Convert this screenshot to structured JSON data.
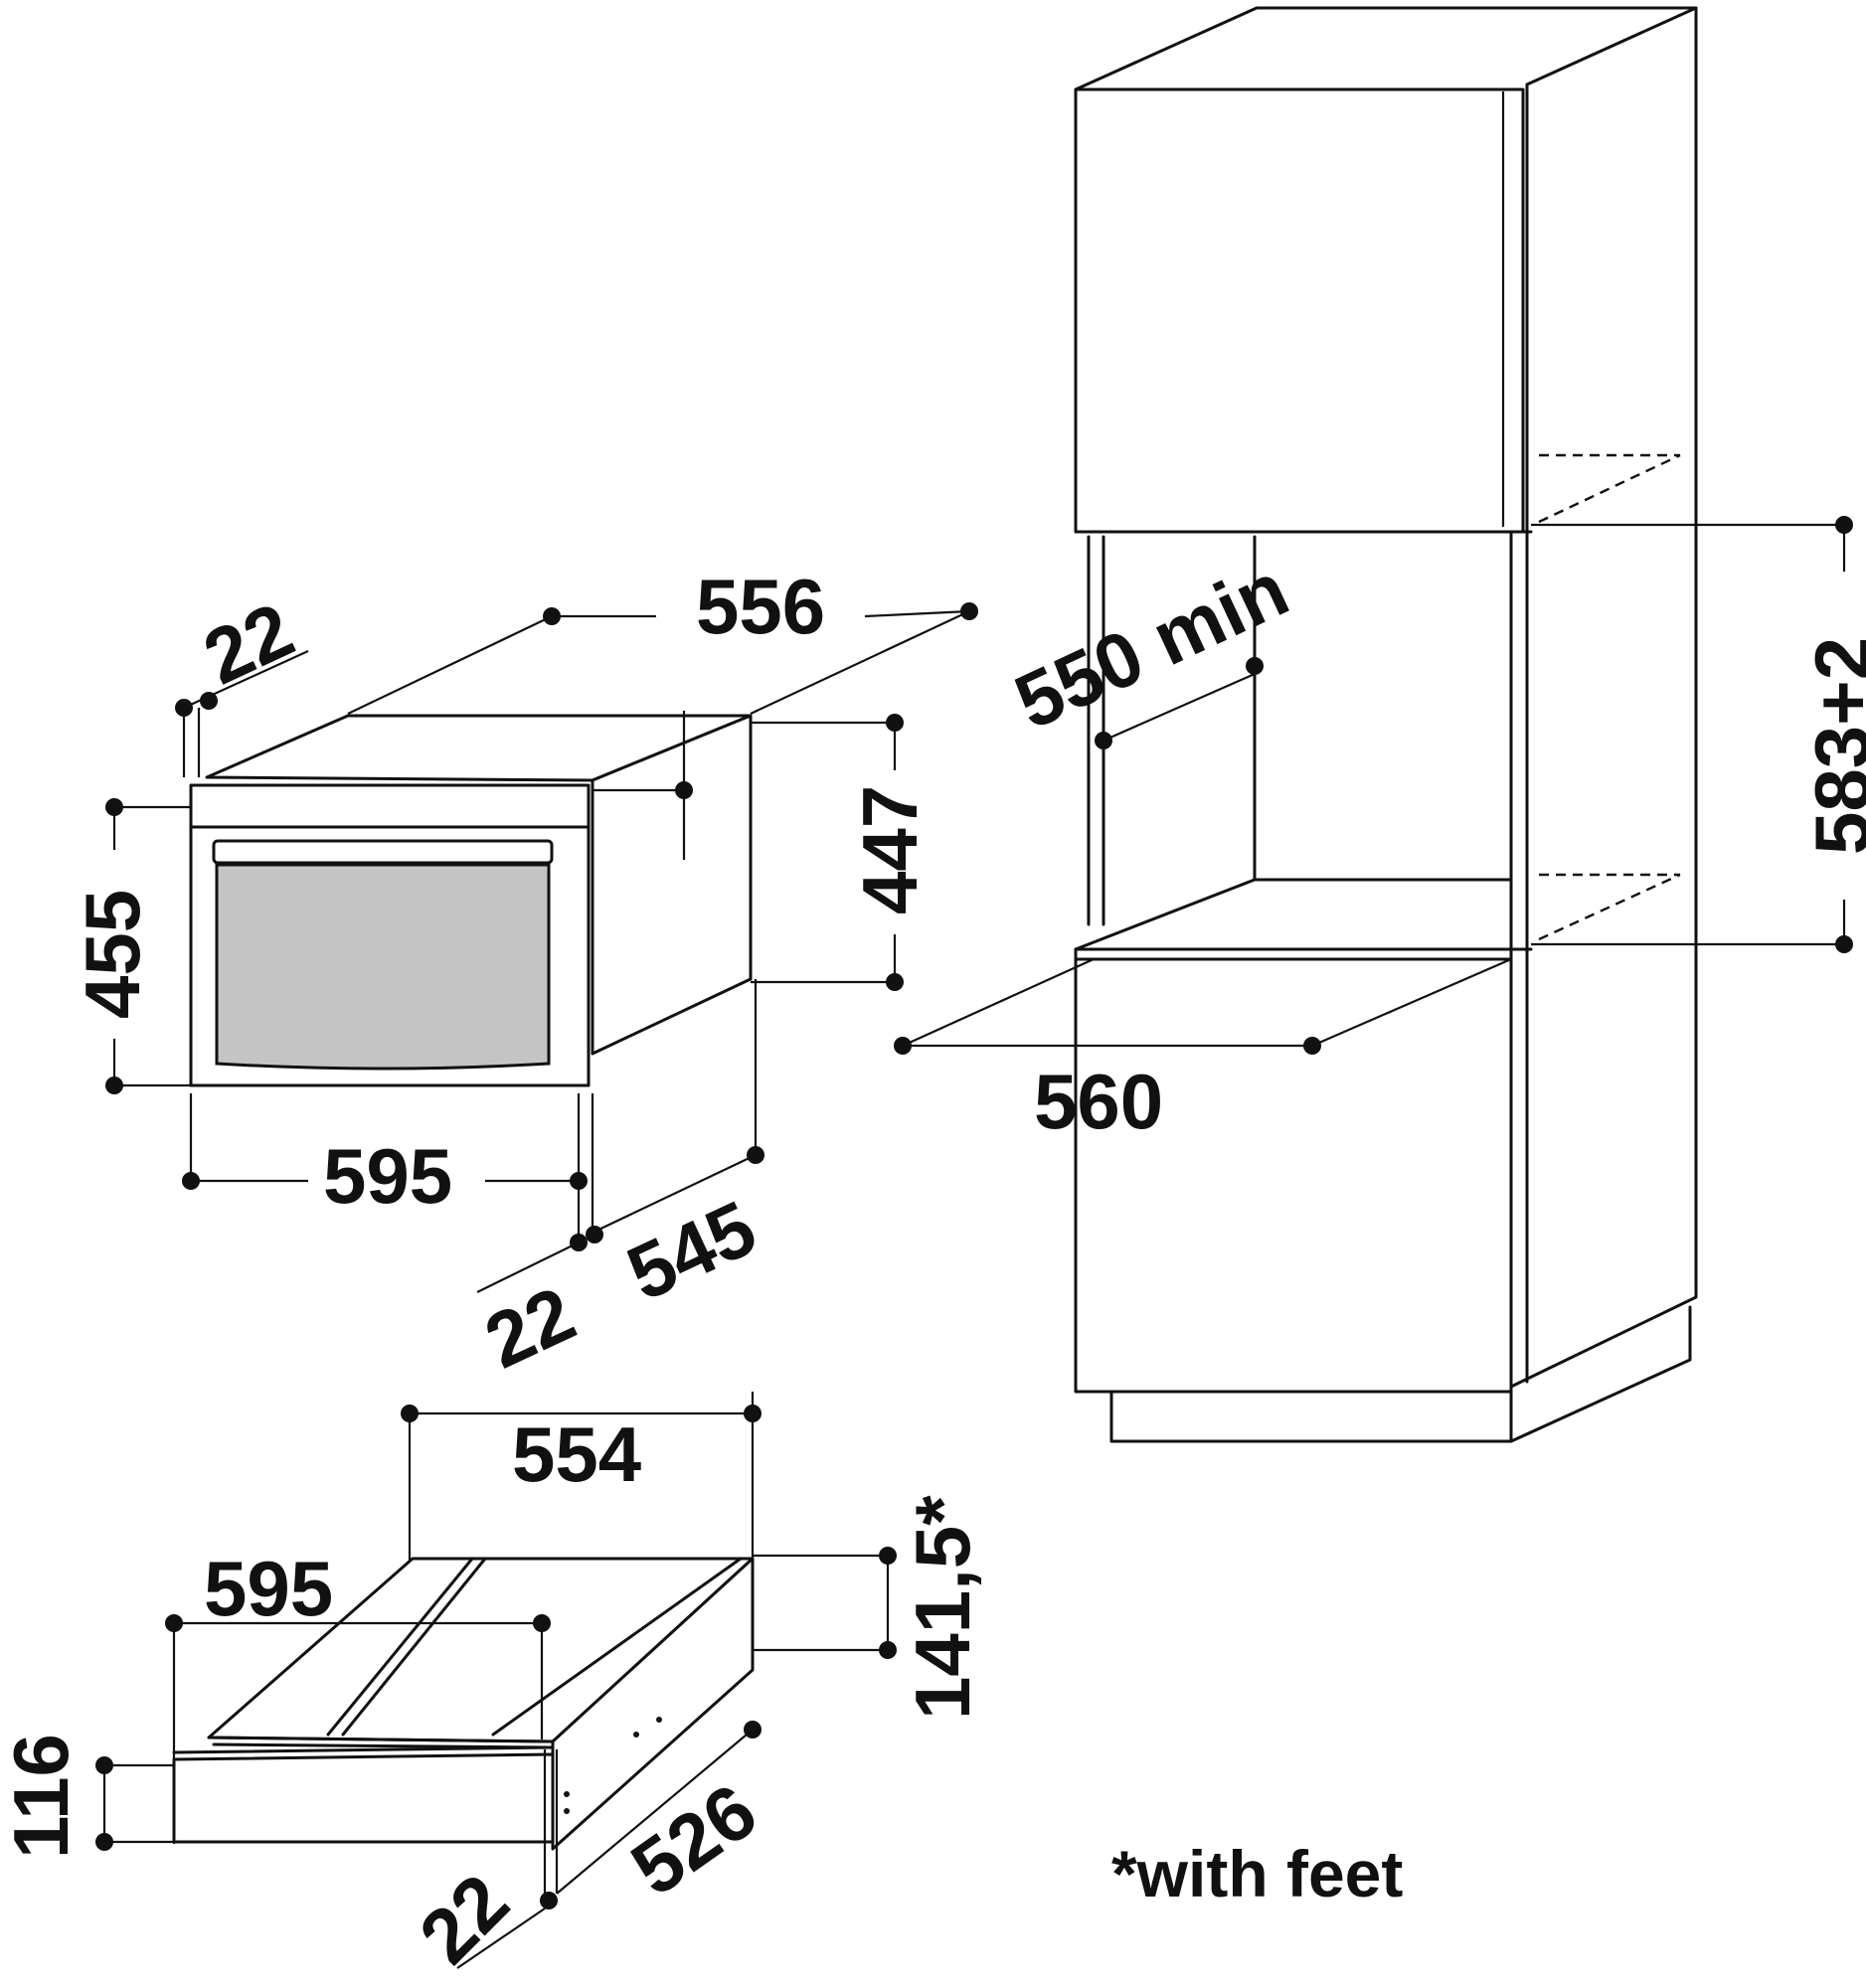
{
  "dimensions": {
    "oven": {
      "depth_top": "556",
      "front_trim_top": "22",
      "cavity_height": "447",
      "overall_height": "455",
      "front_width": "595",
      "body_depth": "545",
      "front_trim_bottom": "22"
    },
    "niche": {
      "depth_min": "550 min",
      "height": "583+2",
      "width": "560"
    },
    "drawer": {
      "body_width": "554",
      "front_width": "595",
      "height_with_feet": "141,5*",
      "front_height": "116",
      "body_depth": "526",
      "front_trim": "22"
    }
  },
  "footnote": "*with feet"
}
